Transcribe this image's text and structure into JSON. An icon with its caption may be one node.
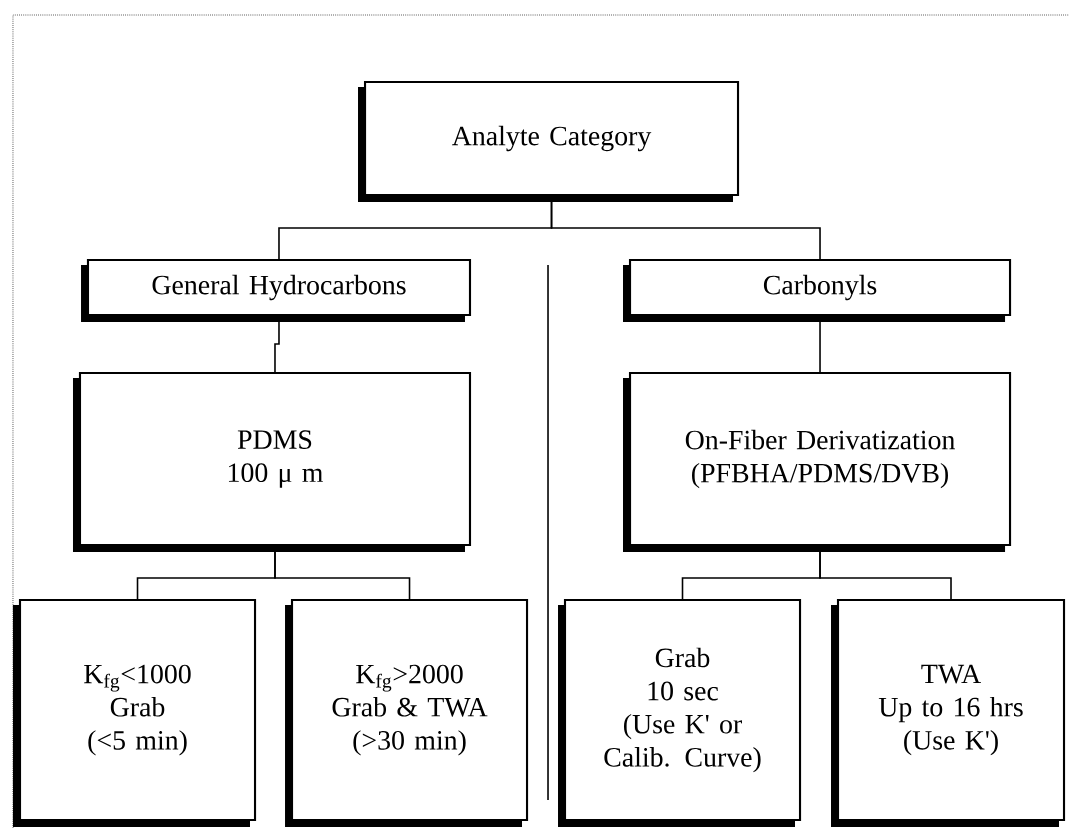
{
  "diagram": {
    "nodes": [
      {
        "text": [
          "Analyte Category"
        ]
      },
      {
        "text": [
          "General Hydrocarbons"
        ]
      },
      {
        "text": [
          "Carbonyls"
        ]
      },
      {
        "text": [
          "PDMS",
          "100 μ m"
        ]
      },
      {
        "text": [
          "On-Fiber Derivatization",
          "(PFBHA/PDMS/DVB)"
        ]
      },
      {
        "text": [
          "K$_{fg}$<1000",
          "Grab",
          "(<5 min)"
        ]
      },
      {
        "text": [
          "K$_{fg}$>2000",
          "Grab & TWA",
          "(>30 min)"
        ]
      },
      {
        "text": [
          "Grab",
          "10 sec",
          "(Use K' or Calib. Curve)"
        ]
      },
      {
        "text": [
          "TWA",
          "Up to 16 hrs",
          "(Use K')"
        ]
      }
    ],
    "edges": [
      {
        "from": 0,
        "to": 1,
        "arrow": "none"
      },
      {
        "from": 0,
        "to": 2,
        "arrow": "none"
      },
      {
        "from": 1,
        "to": 3,
        "arrow": "none"
      },
      {
        "from": 2,
        "to": 4,
        "arrow": "none"
      },
      {
        "from": 3,
        "to": 5,
        "arrow": "none"
      },
      {
        "from": 3,
        "to": 6,
        "arrow": "none"
      },
      {
        "from": 4,
        "to": 7,
        "arrow": "none"
      },
      {
        "from": 4,
        "to": 8,
        "arrow": "none"
      }
    ]
  }
}
